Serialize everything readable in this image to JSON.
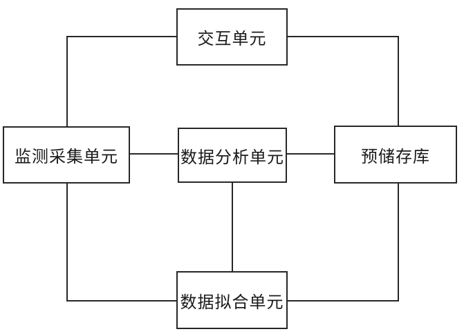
{
  "diagram": {
    "background_color": "#ffffff",
    "line_color": "#262626",
    "text_color": "#1a1a1a",
    "nodes": [
      {
        "id": "interaction-unit",
        "label": "交互单元"
      },
      {
        "id": "monitoring-collection-unit",
        "label": "监测采集单元"
      },
      {
        "id": "data-analysis-unit",
        "label": "数据分析单元"
      },
      {
        "id": "pre-storage-repository",
        "label": "预储存库"
      },
      {
        "id": "data-fitting-unit",
        "label": "数据拟合单元"
      }
    ],
    "edges": [
      {
        "from": "monitoring-collection-unit",
        "to": "interaction-unit"
      },
      {
        "from": "interaction-unit",
        "to": "pre-storage-repository"
      },
      {
        "from": "monitoring-collection-unit",
        "to": "data-analysis-unit"
      },
      {
        "from": "data-analysis-unit",
        "to": "pre-storage-repository"
      },
      {
        "from": "data-analysis-unit",
        "to": "data-fitting-unit"
      },
      {
        "from": "monitoring-collection-unit",
        "to": "data-fitting-unit"
      },
      {
        "from": "data-fitting-unit",
        "to": "pre-storage-repository"
      }
    ]
  }
}
